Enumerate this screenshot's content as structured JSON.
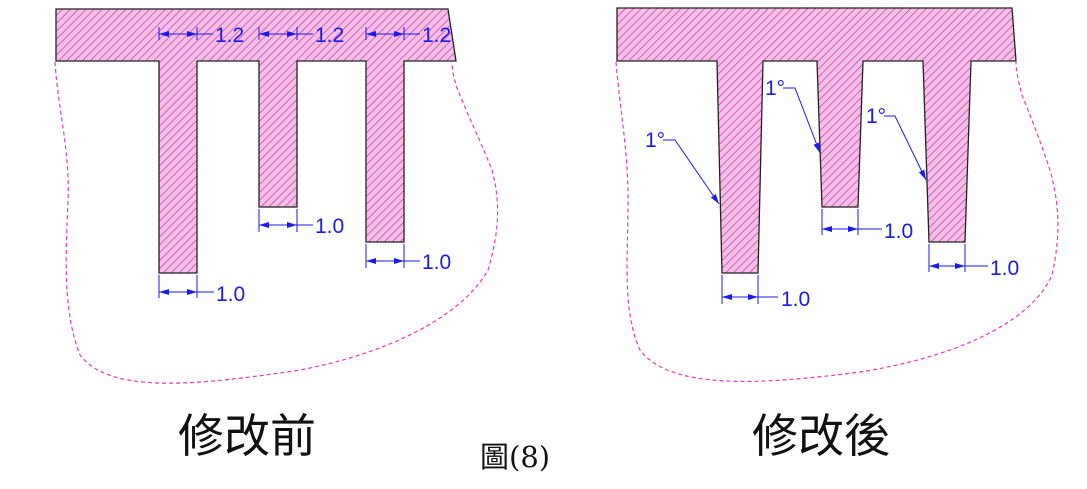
{
  "colors": {
    "hatch_fill": "#f5bfe8",
    "hatch_line": "#cc2a9f",
    "outline": "#222222",
    "dashed_outline": "#e03cc0",
    "dimension": "#1a1aee",
    "caption": "#111111"
  },
  "icons": {
    "dimension_arrow": "arrowhead-icon"
  },
  "figure_caption": "圖(8)",
  "panels": [
    {
      "caption": "修改前",
      "top_width_labels": [
        "1.2",
        "1.2",
        "1.2"
      ],
      "bottom_width_labels": [
        "1.0",
        "1.0",
        "1.0"
      ]
    },
    {
      "caption": "修改後",
      "draft_angle_labels": [
        "1°",
        "1°",
        "1°"
      ],
      "bottom_width_labels": [
        "1.0",
        "1.0",
        "1.0"
      ]
    }
  ]
}
